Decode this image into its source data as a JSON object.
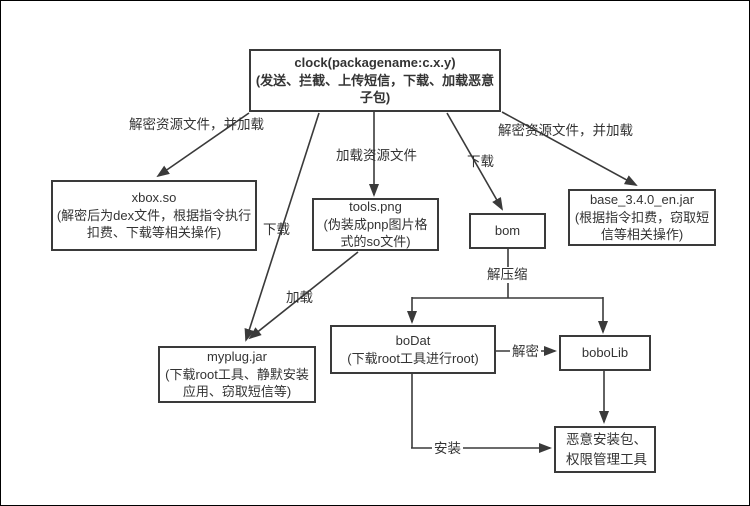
{
  "nodes": {
    "clock": {
      "title": "clock(packagename:c.x.y)",
      "desc": "(发送、拦截、上传短信，下载、加载恶意子包)"
    },
    "xbox": {
      "title": "xbox.so",
      "desc": "(解密后为dex文件，根据指令执行扣费、下载等相关操作)"
    },
    "tools": {
      "title": "tools.png",
      "desc": "(伪装成pnp图片格式的so文件)"
    },
    "bom": {
      "title": "bom"
    },
    "base": {
      "title": "base_3.4.0_en.jar",
      "desc": "(根据指令扣费，窃取短信等相关操作)"
    },
    "myplug": {
      "title": "myplug.jar",
      "desc": "(下载root工具、静默安装应用、窃取短信等)"
    },
    "bodat": {
      "title": "boDat",
      "desc": "(下载root工具进行root)"
    },
    "bobolib": {
      "title": "boboLib"
    },
    "malware": {
      "title": "恶意安装包、\n权限管理工具"
    }
  },
  "edge_labels": {
    "decrypt_load_left": "解密资源文件，并加载",
    "download_myplug": "下载",
    "load_resource": "加载资源文件",
    "download_bom": "下载",
    "decrypt_load_right": "解密资源文件，并加载",
    "load_myplug": "加载",
    "unzip": "解压缩",
    "decrypt": "解密",
    "install": "安装"
  },
  "colors": {
    "line": "#3a3a3a",
    "border": "#3a3a3a",
    "text": "#333333",
    "background": "#ffffff"
  }
}
